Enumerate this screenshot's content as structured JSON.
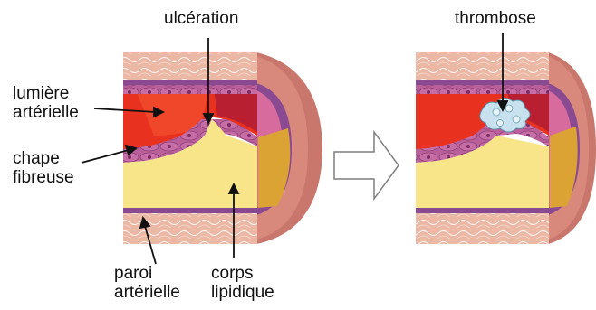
{
  "labels": {
    "ulceration": "ulcération",
    "lumiere_line1": "lumière",
    "lumiere_line2": "artérielle",
    "chape_line1": "chape",
    "chape_line2": "fibreuse",
    "paroi_line1": "paroi",
    "paroi_line2": "artérielle",
    "corps_line1": "corps",
    "corps_line2": "lipidique",
    "thrombose": "thrombose"
  },
  "colors": {
    "arterial_wall": "#ecb8a6",
    "wall_fibers": "#ffffff",
    "muscle_layer": "#d9887c",
    "intima_purple": "#8a4a92",
    "endothelium": "#b9609a",
    "lumen_red": "#e8321f",
    "blood_dark_red": "#b81f30",
    "lipid_core": "#f8e58a",
    "lipid_core_side": "#dba234",
    "thrombus": "#c7e2ee",
    "arrow_outline": "#7f7f7f"
  },
  "icons": {
    "transition": "right-arrow-icon"
  }
}
